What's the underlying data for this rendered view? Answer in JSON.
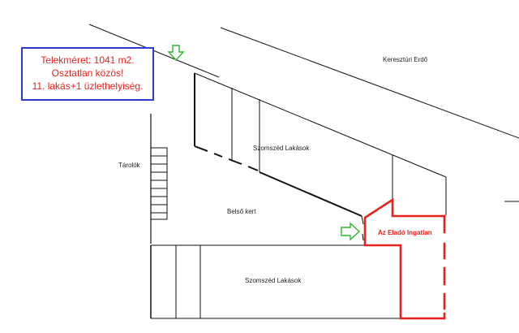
{
  "info_box": {
    "line1": "Telekméret: 1041 m2.",
    "line2": "Osztatlan közös!",
    "line3": "11. lakás+1 üzlethelyiség."
  },
  "labels": {
    "forest": "Keresztúri Erdő",
    "storage": "Tárolók",
    "neighbor_top": "Szomszéd Lakások",
    "inner_garden": "Belső kert",
    "property": "Az Eladó Ingatlan",
    "neighbor_bottom": "Szomszéd Lakások"
  },
  "colors": {
    "line": "#111111",
    "property_outline": "#e8211c",
    "arrow": "#2db52d",
    "info_border": "#2b3bd1",
    "info_text": "#e8211c"
  },
  "icons": {
    "entrance_top": "down-arrow-icon",
    "entrance_side": "right-arrow-icon"
  }
}
